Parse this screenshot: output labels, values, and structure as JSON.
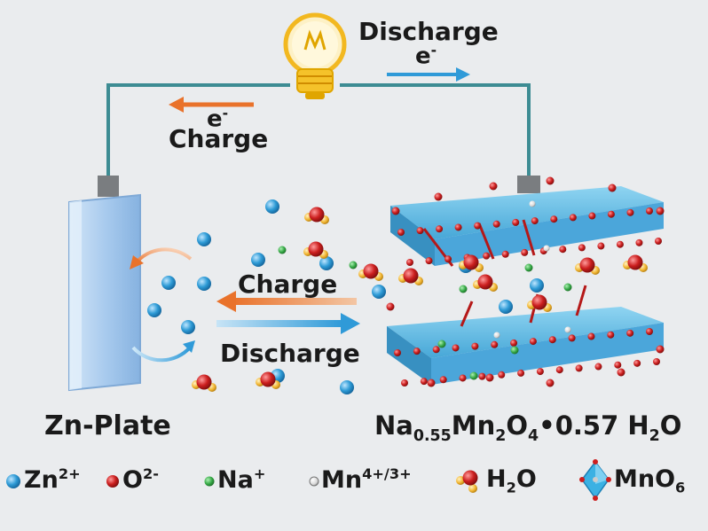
{
  "labels": {
    "discharge_top": "Discharge",
    "electron_top": "e",
    "electron_left": "e",
    "electron_sup": "-",
    "charge_left": "Charge",
    "charge_middle": "Charge",
    "discharge_middle": "Discharge",
    "zn_plate": "Zn-Plate",
    "cathode_formula": {
      "p1": "Na",
      "sub1": "0.55",
      "p2": "Mn",
      "sub2": "2",
      "p3": "O",
      "sub3": "4",
      "p4": "•0.57 H",
      "sub4": "2",
      "p5": "O"
    }
  },
  "legend": [
    {
      "base": "Zn",
      "sup": "2+",
      "sub": ""
    },
    {
      "base": "O",
      "sup": "2-",
      "sub": ""
    },
    {
      "base": "Na",
      "sup": "+",
      "sub": ""
    },
    {
      "base": "Mn",
      "sup": "4+/3+",
      "sub": ""
    },
    {
      "base": "H",
      "sup": "",
      "sub": "2",
      "tail": "O"
    },
    {
      "base": "MnO",
      "sup": "",
      "sub": "6"
    }
  ],
  "colors": {
    "wire": "#3d8c93",
    "zn_ion": "#2e9bd6",
    "oxygen": "#cc1f1f",
    "sodium": "#35a845",
    "manganese": "#c9c9c9",
    "hydrogen": "#f2b632",
    "charge_arrow": "#e9722b",
    "discharge_arrow": "#2f9ad8",
    "bulb": "#f5c22a",
    "plate": "#9fc3e8",
    "octahedra": "#3bb1e3"
  }
}
